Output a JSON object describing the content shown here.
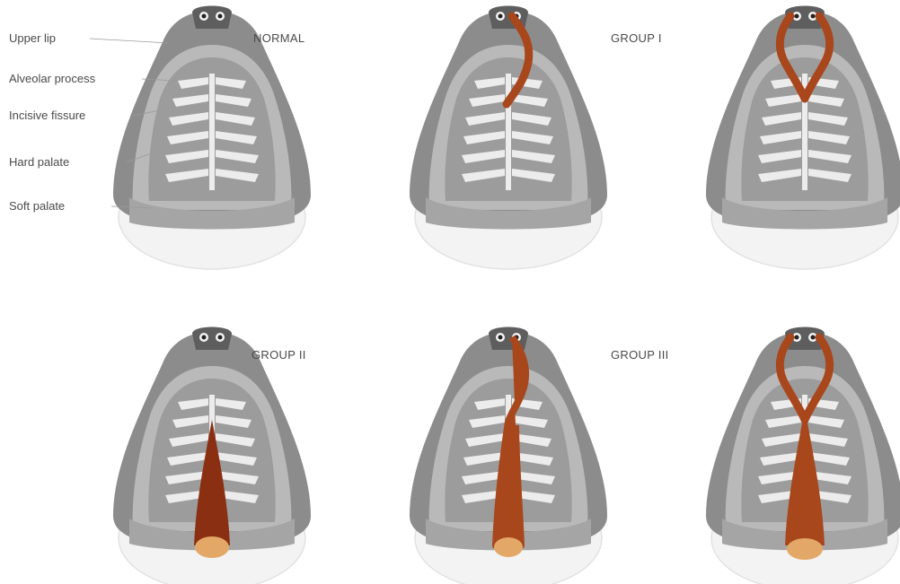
{
  "anatomy_labels": {
    "upper_lip": "Upper lip",
    "alveolar_process": "Alveolar process",
    "incisive_fissure": "Incisive fissure",
    "hard_palate": "Hard palate",
    "soft_palate": "Soft palate"
  },
  "panel_titles": {
    "normal": "NORMAL",
    "group1": "GROUP I",
    "group2": "GROUP II",
    "group3": "GROUP III"
  },
  "colors": {
    "outer_gray": "#8c8c8c",
    "alveolar_gray": "#b5b5b5",
    "palate_gray": "#9a9a9a",
    "rib_white": "#ededed",
    "lip_dark": "#5e5e5e",
    "cleft_red": "#a8461c",
    "cleft_dark": "#7a2a10",
    "cleft_tip": "#e3a867",
    "bowl_light": "#f3f3f3",
    "label_text": "#4a4a4a"
  }
}
